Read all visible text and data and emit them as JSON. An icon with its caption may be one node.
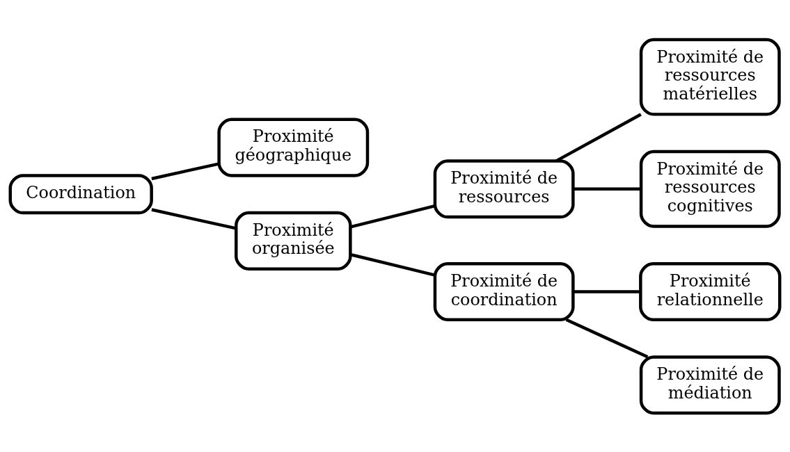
{
  "diagram": {
    "nodes": [
      {
        "text": [
          "Coordination"
        ]
      },
      {
        "text": [
          "Proximité géographique"
        ]
      },
      {
        "text": [
          "Proximité organisée"
        ]
      },
      {
        "text": [
          "Proximité de ressources"
        ]
      },
      {
        "text": [
          "Proximité de ressources matérielles"
        ]
      },
      {
        "text": [
          "Proximité de ressources cognitives"
        ]
      },
      {
        "text": [
          "Proximité de coordination"
        ]
      },
      {
        "text": [
          "Proximité relationnelle"
        ]
      },
      {
        "text": [
          "Proximité de médiation"
        ]
      }
    ],
    "edges": [
      {
        "from": 0,
        "to": 1,
        "arrow": "none"
      },
      {
        "from": 0,
        "to": 2,
        "arrow": "none"
      },
      {
        "from": 2,
        "to": 3,
        "arrow": "none"
      },
      {
        "from": 2,
        "to": 6,
        "arrow": "none"
      },
      {
        "from": 3,
        "to": 4,
        "arrow": "none"
      },
      {
        "from": 3,
        "to": 5,
        "arrow": "none"
      },
      {
        "from": 6,
        "to": 7,
        "arrow": "none"
      },
      {
        "from": 6,
        "to": 8,
        "arrow": "none"
      }
    ]
  }
}
